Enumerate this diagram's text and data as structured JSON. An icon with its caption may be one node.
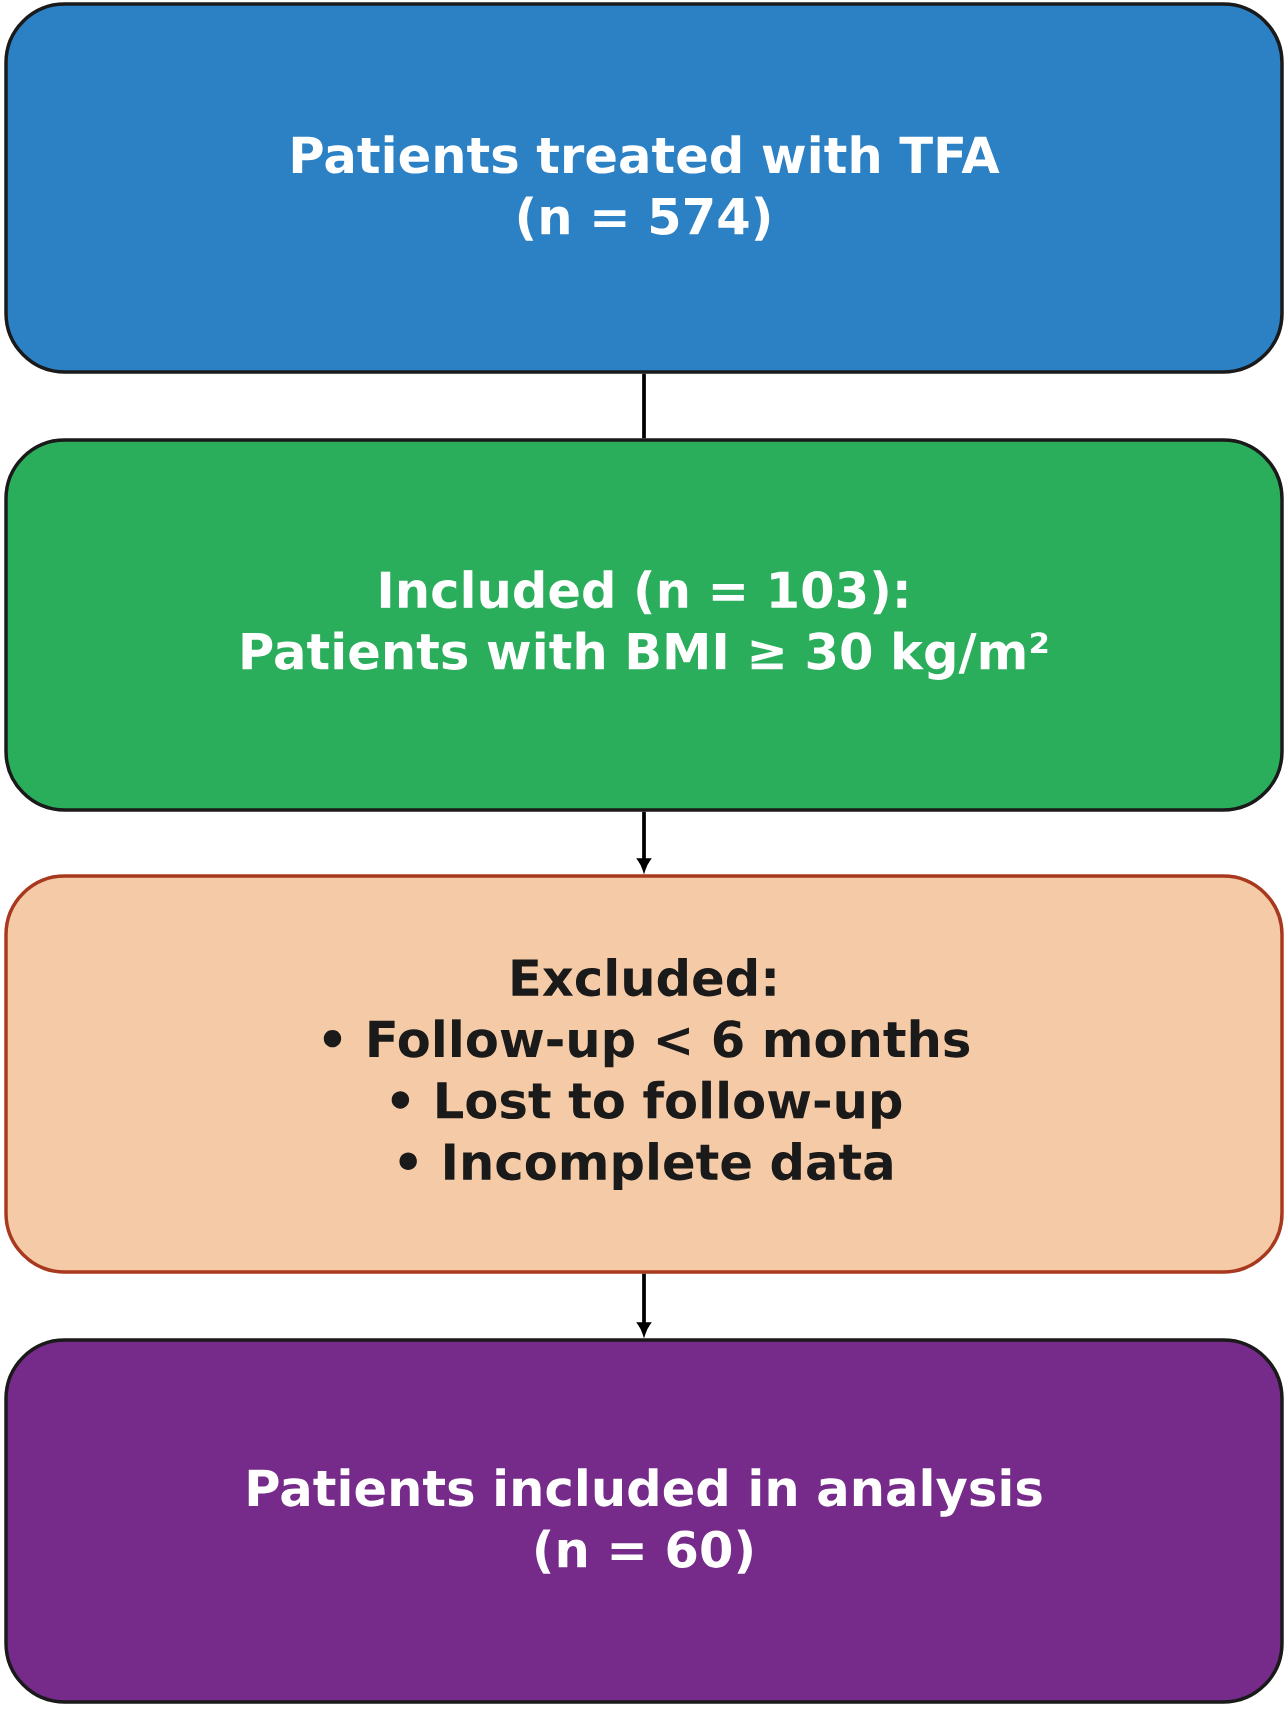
{
  "diagram": {
    "nodes": [
      {
        "text": [
          "Patients treated with TFA",
          "(n = 574)"
        ]
      },
      {
        "text": [
          "Included (n = 103):",
          "Patients with BMI ≥ 30 kg/m²"
        ]
      },
      {
        "text": [
          "Excluded:",
          "• Follow-up < 6 months",
          "• Lost to follow-up",
          "• Incomplete data"
        ]
      },
      {
        "text": [
          "Patients included in analysis",
          "(n = 60)"
        ]
      }
    ],
    "edges": [
      {
        "from": 0,
        "to": 1,
        "arrow": "none"
      },
      {
        "from": 1,
        "to": 2,
        "arrow": "to"
      },
      {
        "from": 2,
        "to": 3,
        "arrow": "to"
      }
    ]
  }
}
